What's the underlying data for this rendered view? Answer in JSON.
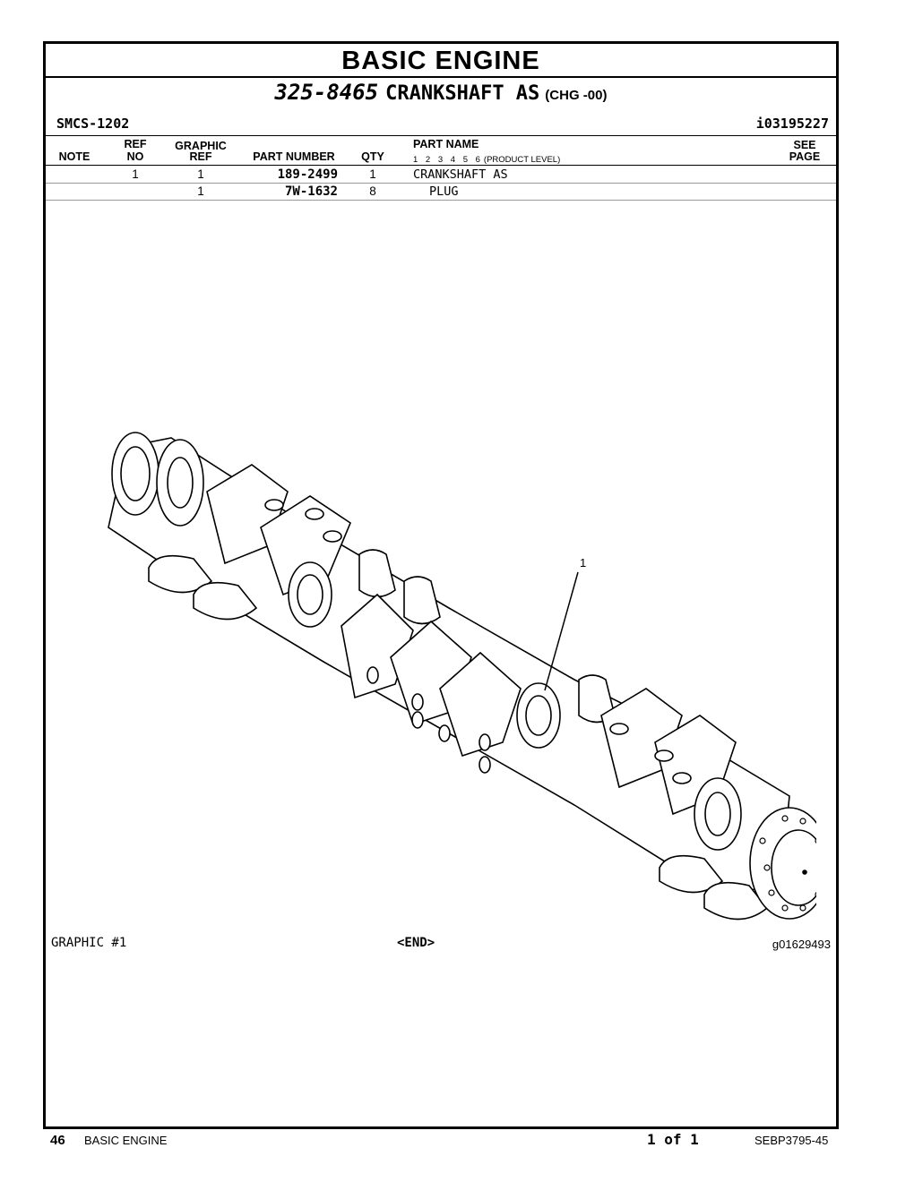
{
  "header": {
    "title": "BASIC  ENGINE",
    "part_number": "325-8465",
    "part_name": "CRANKSHAFT AS",
    "change": "(CHG  -00)",
    "smcs": "SMCS-1202",
    "info_id": "i03195227"
  },
  "columns": {
    "note": "NOTE",
    "ref_no_1": "REF",
    "ref_no_2": "NO",
    "graphic_ref_1": "GRAPHIC",
    "graphic_ref_2": "REF",
    "part_number": "PART NUMBER",
    "qty": "QTY",
    "part_name": "PART NAME",
    "levels": "1  2  3  4  5  6",
    "product_level": "(PRODUCT LEVEL)",
    "see_page_1": "SEE",
    "see_page_2": "PAGE"
  },
  "rows": [
    {
      "note": "",
      "ref_no": "1",
      "graphic_ref": "1",
      "part_number": "189-2499",
      "qty": "1",
      "part_name": "CRANKSHAFT AS",
      "see_page": ""
    },
    {
      "note": "",
      "ref_no": "",
      "graphic_ref": "1",
      "part_number": "7W-1632",
      "qty": "8",
      "part_name": "PLUG",
      "see_page": ""
    }
  ],
  "graphic": {
    "callout": "1",
    "label": "GRAPHIC #1",
    "end_marker": "<END>",
    "graphic_id": "g01629493"
  },
  "footer": {
    "page_number": "46",
    "section": "BASIC ENGINE",
    "page_of": "1 of 1",
    "doc_id": "SEBP3795-45"
  }
}
